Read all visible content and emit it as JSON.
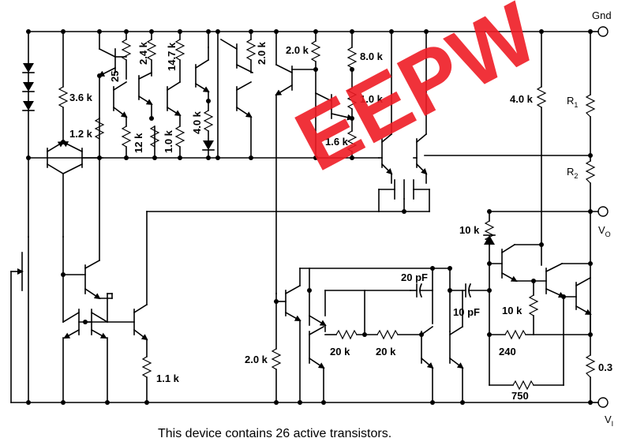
{
  "nodes": {
    "gnd": "Gnd",
    "r1_base": "R",
    "r1_sub": "1",
    "r2_base": "R",
    "r2_sub": "2",
    "vo_base": "V",
    "vo_sub": "O",
    "vi_base": "V",
    "vi_sub": "I"
  },
  "resistors": {
    "r3_6k": "3.6 k",
    "r1_2k": "1.2 k",
    "r25": "25",
    "r2_4k": "2.4 k",
    "r14_7k": "14.7 k",
    "r2_0k_a": "2.0 k",
    "r2_0k_b": "2.0 k",
    "r8_0k": "8.0 k",
    "r1_0k_a": "1.0 k",
    "r1_6k": "1.6 k",
    "r12k": "12 k",
    "r1_0k_b": "1.0 k",
    "r4_0k_a": "4.0 k",
    "r4_0k_b": "4.0 k",
    "r10k_a": "10 k",
    "r10k_b": "10 k",
    "r20k_a": "20 k",
    "r20k_b": "20 k",
    "r240": "240",
    "r750": "750",
    "r0_3": "0.3",
    "r1_1k": "1.1 k",
    "r2_0k_c": "2.0 k"
  },
  "capacitors": {
    "c20pf": "20 pF",
    "c10pf": "10 pF"
  },
  "watermark": "EEPW",
  "footnote": "This device contains 26 active transistors."
}
